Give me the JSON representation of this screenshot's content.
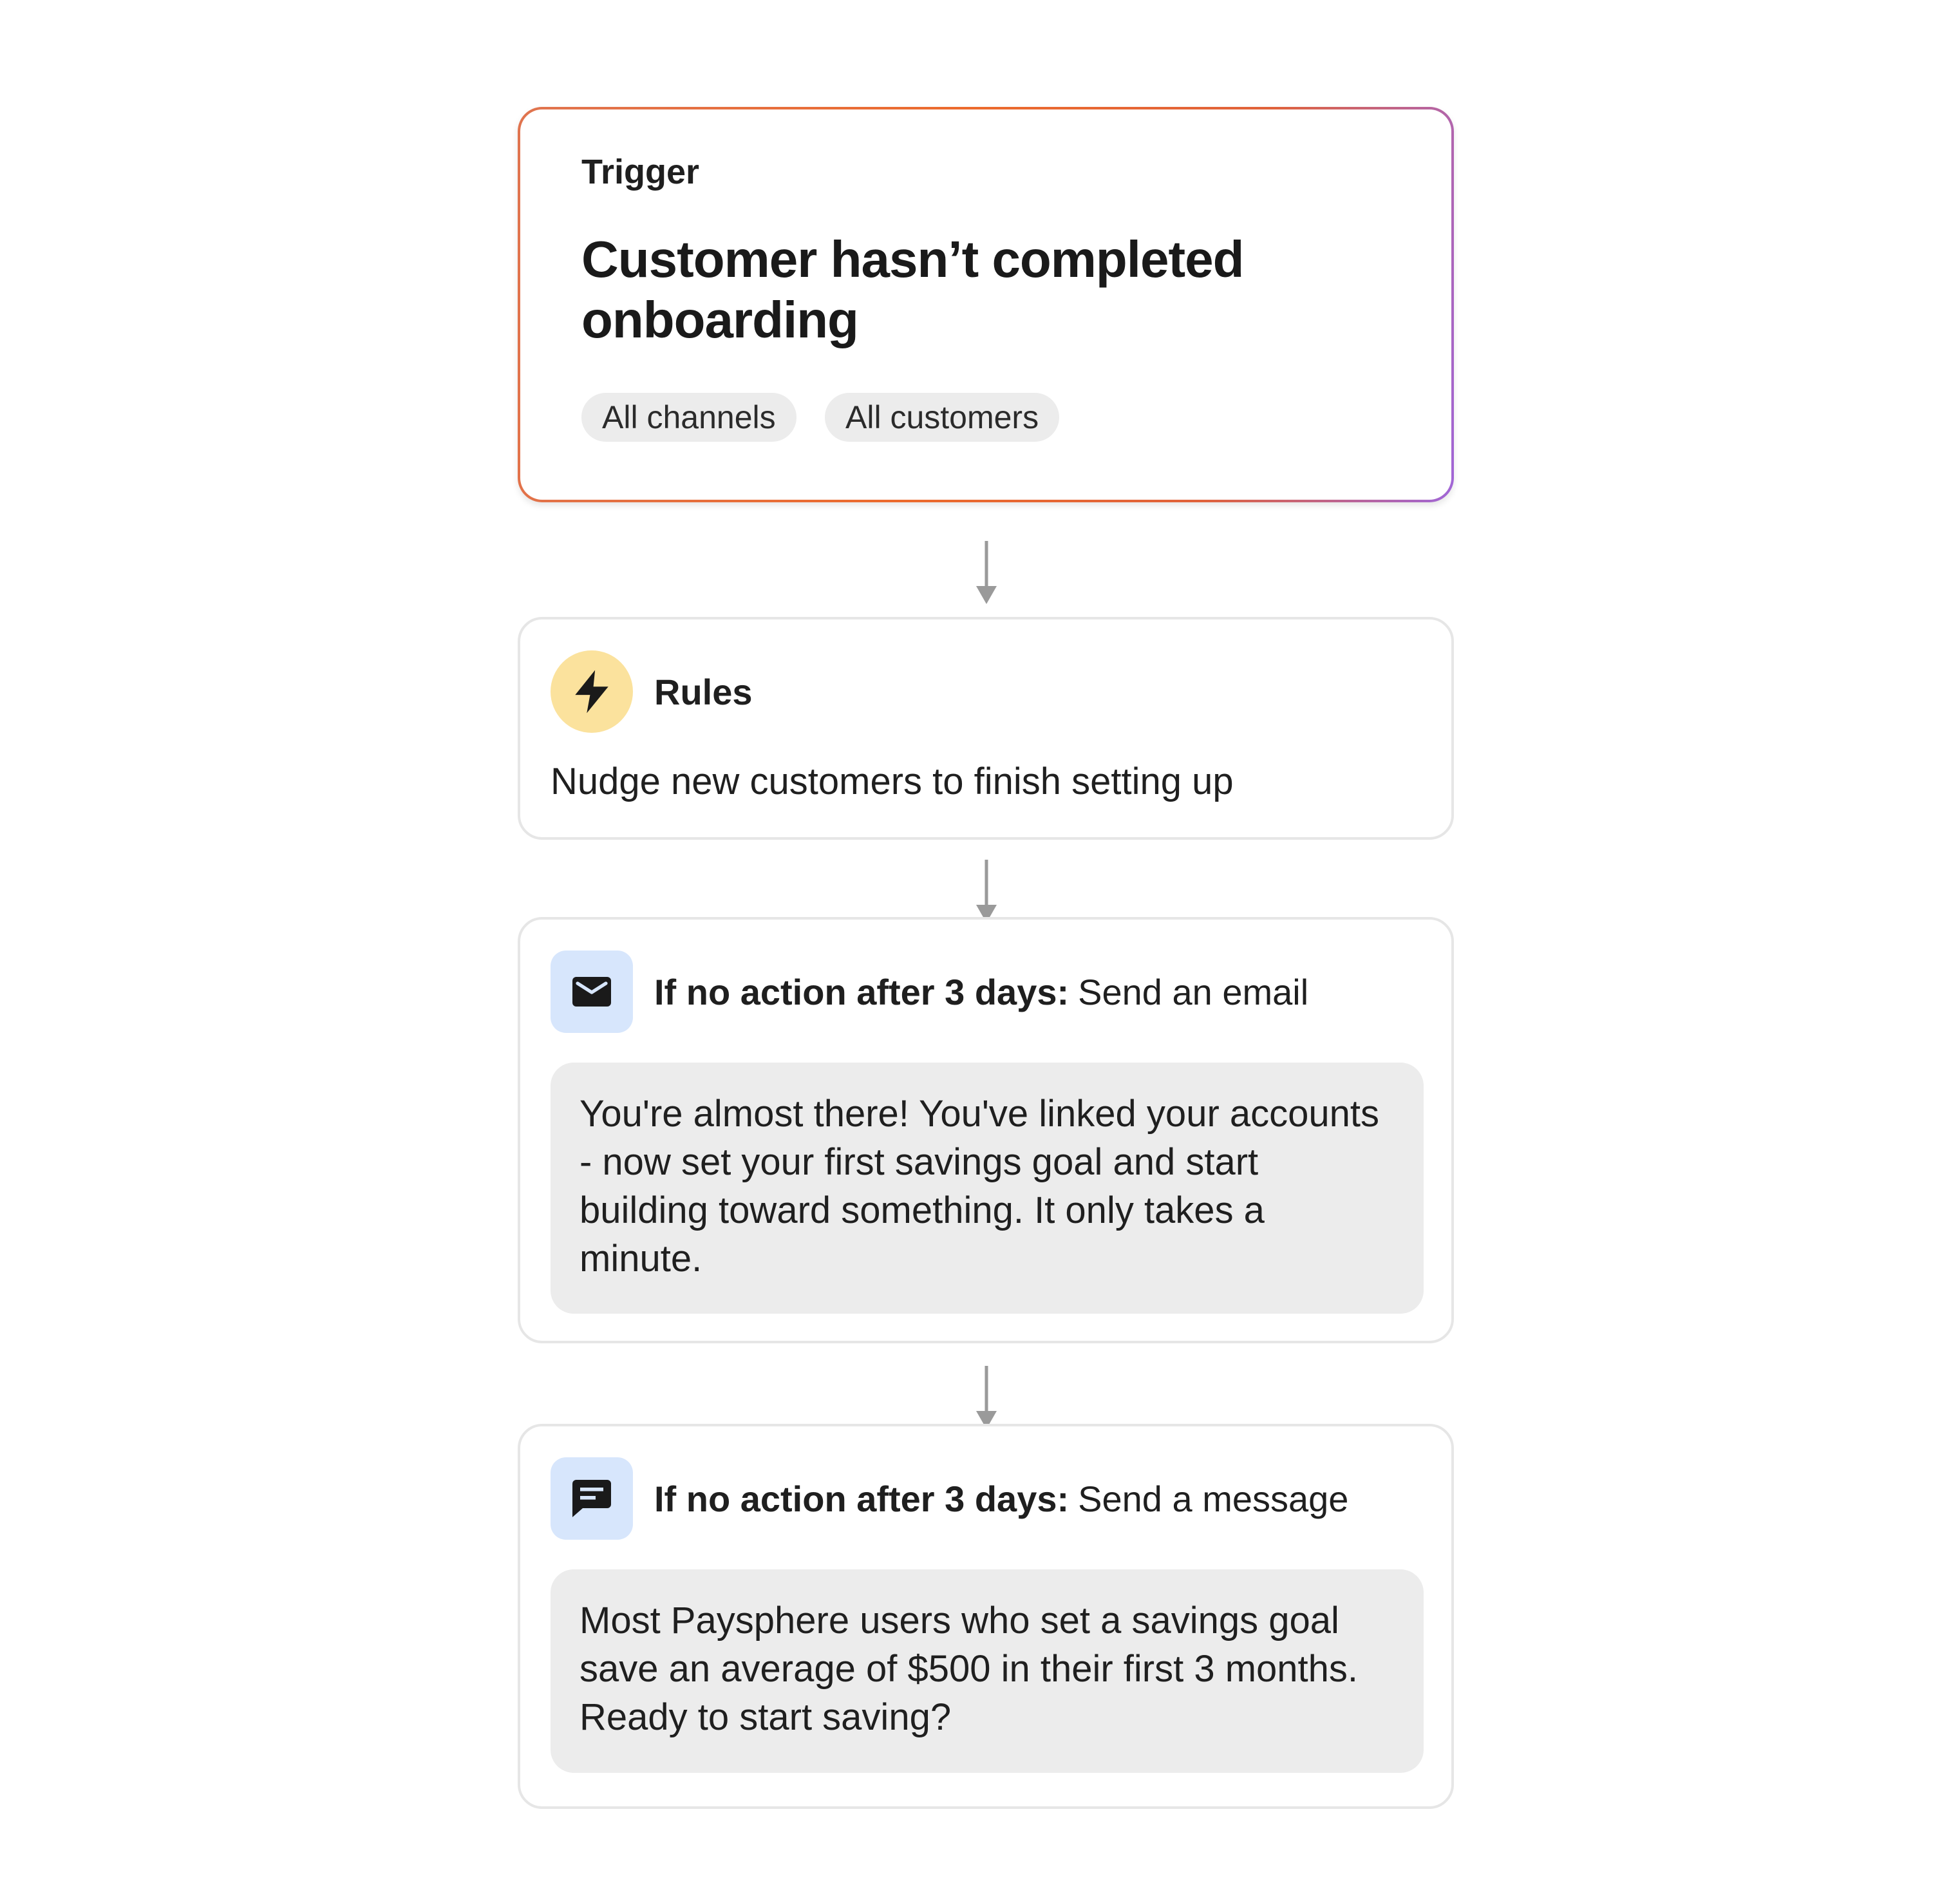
{
  "trigger": {
    "label": "Trigger",
    "title": "Customer hasn’t completed onboarding",
    "chips": [
      "All channels",
      "All customers"
    ]
  },
  "rules": {
    "icon": "lightning-bolt-icon",
    "label": "Rules",
    "description": "Nudge new customers to finish setting up"
  },
  "steps": [
    {
      "icon": "mail-icon",
      "condition": "If no action after 3 days:",
      "action": "Send an email",
      "message": "You're almost there! You've linked your accounts - now set your first savings goal and start building toward something. It only takes a minute."
    },
    {
      "icon": "chat-message-icon",
      "condition": "If no action after 3 days:",
      "action": "Send a message",
      "message": "Most Paysphere users who set a savings goal save an average of $500 in their first 3 months. Ready to start saving?"
    }
  ],
  "colors": {
    "trigger_border_start": "#e0744f",
    "trigger_border_mid": "#ec6a2c",
    "trigger_border_end": "#a066d8",
    "rules_icon_bg": "#fbe29d",
    "step_icon_bg": "#d7e6fc",
    "message_bg": "#ececec",
    "card_border": "#e6e6e6",
    "arrow": "#9a9a9a"
  }
}
